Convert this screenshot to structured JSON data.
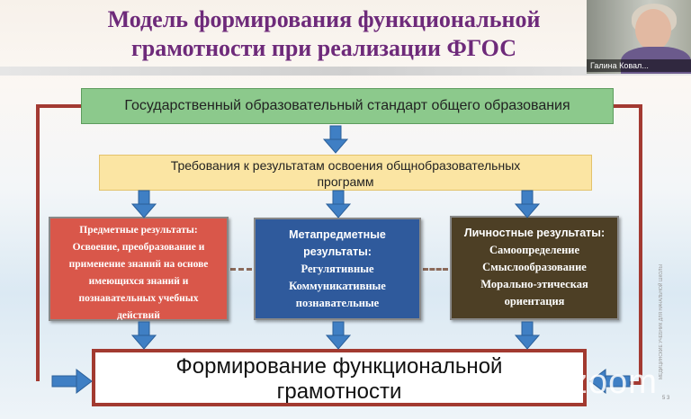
{
  "slide": {
    "title_line1": "Модель формирования функциональной",
    "title_line2": "грамотности при реализации ФГОС",
    "standard": "Государственный образовательный стандарт общего образования",
    "requirements_line1": "Требования к результатам  освоения общнобразовательных",
    "requirements_line2": "программ",
    "subject": {
      "heading": "Предметные результаты:",
      "lines": [
        "Освоение, преобразование и",
        "применение знаний на основе",
        "имеющихся знаний и",
        "познавательных учебных",
        "действий"
      ]
    },
    "meta": {
      "heading_line1": "Метапредметные",
      "heading_line2": "результаты:",
      "lines": [
        "Регулятивные",
        "Коммуникативные",
        "познавательные"
      ]
    },
    "personal": {
      "heading": "Личностные результаты:",
      "lines": [
        "Самоопределение",
        "Смыслообразование",
        "Морально-этическая",
        "ориентация"
      ]
    },
    "result_line1": "Формирование функциональной",
    "result_line2": "грамотности",
    "side_caption": "МЕДИЦИНСКИЕ УЧЕБНИК ДЛЯ НАЧАЛЬНОЙ ШКОЛЫ",
    "page_number": "5 3"
  },
  "participant": {
    "name": "Галина Ковал..."
  },
  "watermark": "zoom",
  "colors": {
    "title": "#6e2a7a",
    "standard_box": "#8cc98c",
    "requirements_box": "#fbe5a3",
    "subject_box": "#d9574a",
    "meta_box": "#2f5a9c",
    "personal_box": "#4d3f25",
    "frame_line": "#a33a32",
    "arrow": "#3f7fc4"
  }
}
